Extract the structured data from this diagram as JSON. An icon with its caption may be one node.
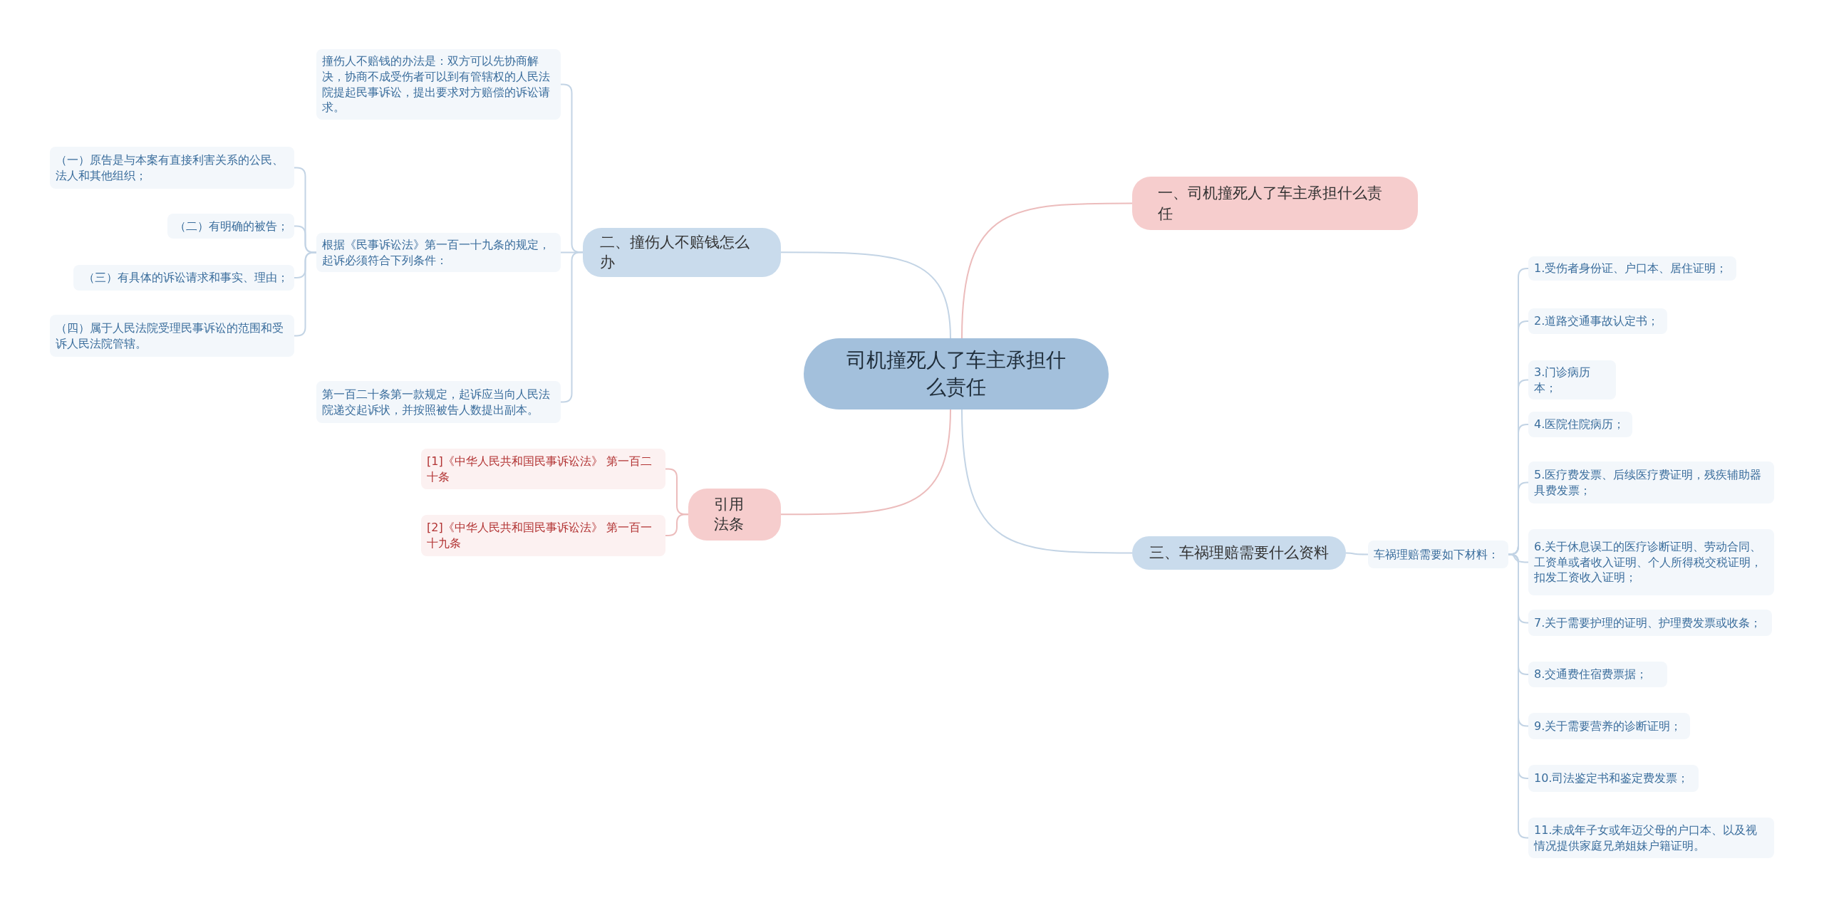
{
  "diagram": {
    "nodes": [
      {
        "text": [
          "司机撞死人了车主承担什么责任"
        ]
      },
      {
        "text": [
          "一、司机撞死人了车主承担什么责任"
        ]
      },
      {
        "text": [
          "二、撞伤人不赔钱怎么办"
        ]
      },
      {
        "text": [
          "撞伤人不赔钱的办法是：双方可以先协商解决，协商不成受伤者可以到有管辖权的人民法院提起民事诉讼，提出要求对方赔偿的诉讼请求。"
        ]
      },
      {
        "text": [
          "根据《民事诉讼法》第一百一十九条的规定，起诉必须符合下列条件："
        ]
      },
      {
        "text": [
          "（一）原告是与本案有直接利害关系的公民、法人和其他组织；"
        ]
      },
      {
        "text": [
          "（二）有明确的被告；"
        ]
      },
      {
        "text": [
          "（三）有具体的诉讼请求和事实、理由；"
        ]
      },
      {
        "text": [
          "（四）属于人民法院受理民事诉讼的范围和受诉人民法院管辖。"
        ]
      },
      {
        "text": [
          "第一百二十条第一款规定，起诉应当向人民法院递交起诉状，并按照被告人数提出副本。"
        ]
      },
      {
        "text": [
          "引用法条"
        ]
      },
      {
        "text": [
          "[1]《中华人民共和国民事诉讼法》 第一百二十条"
        ]
      },
      {
        "text": [
          "[2]《中华人民共和国民事诉讼法》 第一百一十九条"
        ]
      },
      {
        "text": [
          "三、车祸理赔需要什么资料"
        ]
      },
      {
        "text": [
          "车祸理赔需要如下材料："
        ]
      },
      {
        "text": [
          "1.受伤者身份证、户口本、居住证明；"
        ]
      },
      {
        "text": [
          "2.道路交通事故认定书；"
        ]
      },
      {
        "text": [
          "3.门诊病历本；"
        ]
      },
      {
        "text": [
          "4.医院住院病历；"
        ]
      },
      {
        "text": [
          "5.医疗费发票、后续医疗费证明，残疾辅助器具费发票；"
        ]
      },
      {
        "text": [
          "6.关于休息误工的医疗诊断证明、劳动合同、工资单或者收入证明、个人所得税交税证明，扣发工资收入证明；"
        ]
      },
      {
        "text": [
          "7.关于需要护理的证明、护理费发票或收条；"
        ]
      },
      {
        "text": [
          "8.交通费住宿费票据；"
        ]
      },
      {
        "text": [
          "9.关于需要营养的诊断证明；"
        ]
      },
      {
        "text": [
          "10.司法鉴定书和鉴定费发票；"
        ]
      },
      {
        "text": [
          "11.未成年子女或年迈父母的户口本、以及视情况提供家庭兄弟姐妹户籍证明。"
        ]
      }
    ],
    "edges": [
      {
        "from": 0,
        "to": 1,
        "arrow": "none",
        "color": "#ecbcbc"
      },
      {
        "from": 0,
        "to": 2,
        "arrow": "none"
      },
      {
        "from": 2,
        "to": 3,
        "arrow": "none"
      },
      {
        "from": 2,
        "to": 4,
        "arrow": "none"
      },
      {
        "from": 4,
        "to": 5,
        "arrow": "none"
      },
      {
        "from": 4,
        "to": 6,
        "arrow": "none"
      },
      {
        "from": 4,
        "to": 7,
        "arrow": "none"
      },
      {
        "from": 4,
        "to": 8,
        "arrow": "none"
      },
      {
        "from": 2,
        "to": 9,
        "arrow": "none"
      },
      {
        "from": 0,
        "to": 10,
        "arrow": "none",
        "color": "#ecbcbc"
      },
      {
        "from": 10,
        "to": 11,
        "arrow": "none",
        "color": "#ecbcbc"
      },
      {
        "from": 10,
        "to": 12,
        "arrow": "none",
        "color": "#ecbcbc"
      },
      {
        "from": 0,
        "to": 13,
        "arrow": "none"
      },
      {
        "from": 13,
        "to": 14,
        "arrow": "none"
      },
      {
        "from": 14,
        "to": 15,
        "arrow": "none"
      },
      {
        "from": 14,
        "to": 16,
        "arrow": "none"
      },
      {
        "from": 14,
        "to": 17,
        "arrow": "none"
      },
      {
        "from": 14,
        "to": 18,
        "arrow": "none"
      },
      {
        "from": 14,
        "to": 19,
        "arrow": "none"
      },
      {
        "from": 14,
        "to": 20,
        "arrow": "none"
      },
      {
        "from": 14,
        "to": 21,
        "arrow": "none"
      },
      {
        "from": 14,
        "to": 22,
        "arrow": "none"
      },
      {
        "from": 14,
        "to": 23,
        "arrow": "none"
      },
      {
        "from": 14,
        "to": 24,
        "arrow": "none"
      },
      {
        "from": 14,
        "to": 25,
        "arrow": "none"
      }
    ]
  }
}
